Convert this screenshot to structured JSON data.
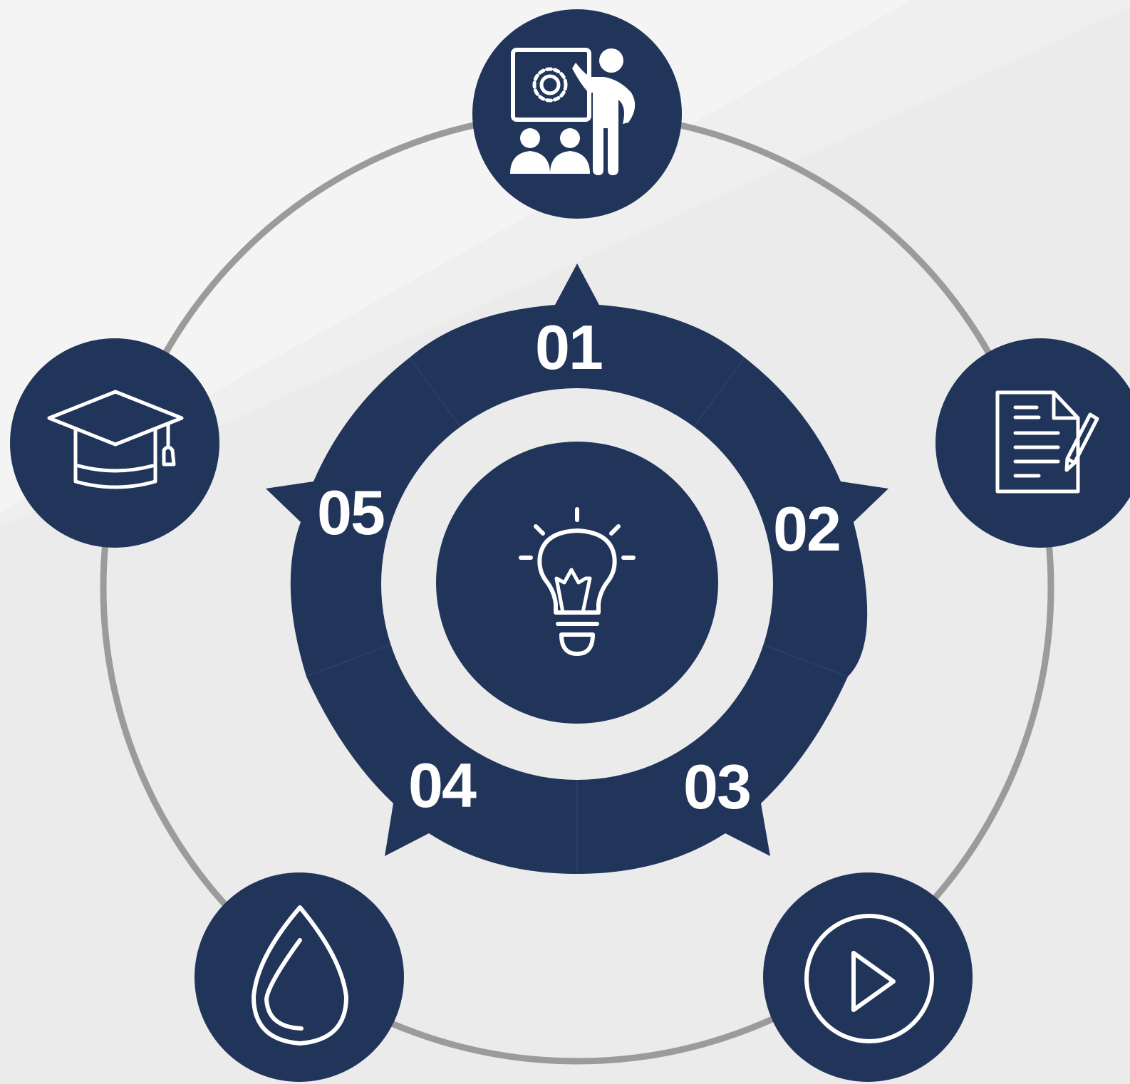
{
  "colors": {
    "navy": "#21345a",
    "ring": "#9b9b9b",
    "background": "#ebebeb",
    "icon": "#ffffff"
  },
  "center": {
    "icon": "lightbulb-icon"
  },
  "steps": [
    {
      "number": "01",
      "icon": "presentation-icon"
    },
    {
      "number": "02",
      "icon": "document-pencil-icon"
    },
    {
      "number": "03",
      "icon": "play-icon"
    },
    {
      "number": "04",
      "icon": "water-drop-icon"
    },
    {
      "number": "05",
      "icon": "graduation-cap-icon"
    }
  ]
}
